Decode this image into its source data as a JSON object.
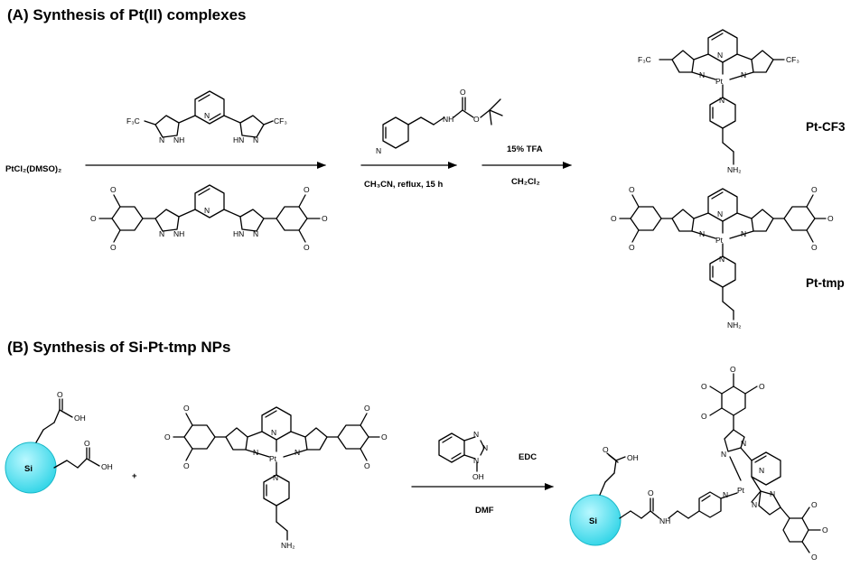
{
  "sections": {
    "a_title": "(A) Synthesis of Pt(II) complexes",
    "b_title": "(B) Synthesis of Si-Pt-tmp NPs"
  },
  "reagents": {
    "start": "PtCl₂(DMSO)₂",
    "step2_conditions": "CH₃CN, reflux, 15 h",
    "step3_top": "15% TFA",
    "step3_bottom": "CH₂Cl₂",
    "plus": "+",
    "coupling_top": "EDC",
    "coupling_bottom": "DMF"
  },
  "products": {
    "pt_cf3": "Pt-CF3",
    "pt_tmp": "Pt-tmp"
  },
  "atoms": {
    "pt": "Pt",
    "n": "N",
    "nh": "NH",
    "hn": "HN",
    "cf3": "CF₃",
    "f3c": "F₃C",
    "o": "O",
    "nh2": "NH₂",
    "oh": "OH",
    "si": "Si"
  },
  "colors": {
    "nanoparticle": "#4fe3f0",
    "nanoparticle_edge": "#18b8c8",
    "ink": "#000000"
  }
}
